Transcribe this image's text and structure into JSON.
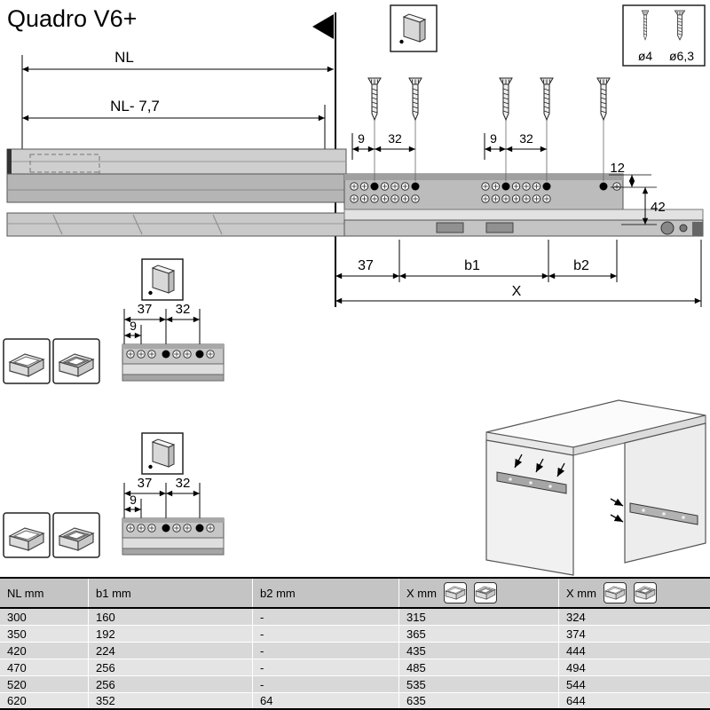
{
  "title": "Quadro V6+",
  "legend": {
    "d4": "ø4",
    "d63": "ø6,3"
  },
  "main": {
    "nl": "NL",
    "nl77": "NL- 7,7",
    "s1_9": "9",
    "s1_32": "32",
    "s2_9": "9",
    "s2_32": "32",
    "d12": "12",
    "d42": "42",
    "d37": "37",
    "b1": "b1",
    "b2": "b2",
    "x": "X"
  },
  "detail1": {
    "d37": "37",
    "d32": "32",
    "d9": "9"
  },
  "detail2": {
    "d37": "37",
    "d32": "32",
    "d9": "9"
  },
  "table": {
    "headers": {
      "nl": "NL mm",
      "b1": "b1 mm",
      "b2": "b2 mm",
      "x1": "X mm",
      "x2": "X mm"
    },
    "rows": [
      {
        "nl": "300",
        "b1": "160",
        "b2": "-",
        "x1": "315",
        "x2": "324"
      },
      {
        "nl": "350",
        "b1": "192",
        "b2": "-",
        "x1": "365",
        "x2": "374"
      },
      {
        "nl": "420",
        "b1": "224",
        "b2": "-",
        "x1": "435",
        "x2": "444"
      },
      {
        "nl": "470",
        "b1": "256",
        "b2": "-",
        "x1": "485",
        "x2": "494"
      },
      {
        "nl": "520",
        "b1": "256",
        "b2": "-",
        "x1": "535",
        "x2": "544"
      },
      {
        "nl": "620",
        "b1": "352",
        "b2": "64",
        "x1": "635",
        "x2": "644"
      }
    ]
  },
  "colors": {
    "rail_light": "#cfcfcf",
    "rail_mid": "#b5b5b5",
    "table_header": "#c4c4c4",
    "row_odd": "#d8d8d8",
    "row_even": "#e4e4e4"
  }
}
